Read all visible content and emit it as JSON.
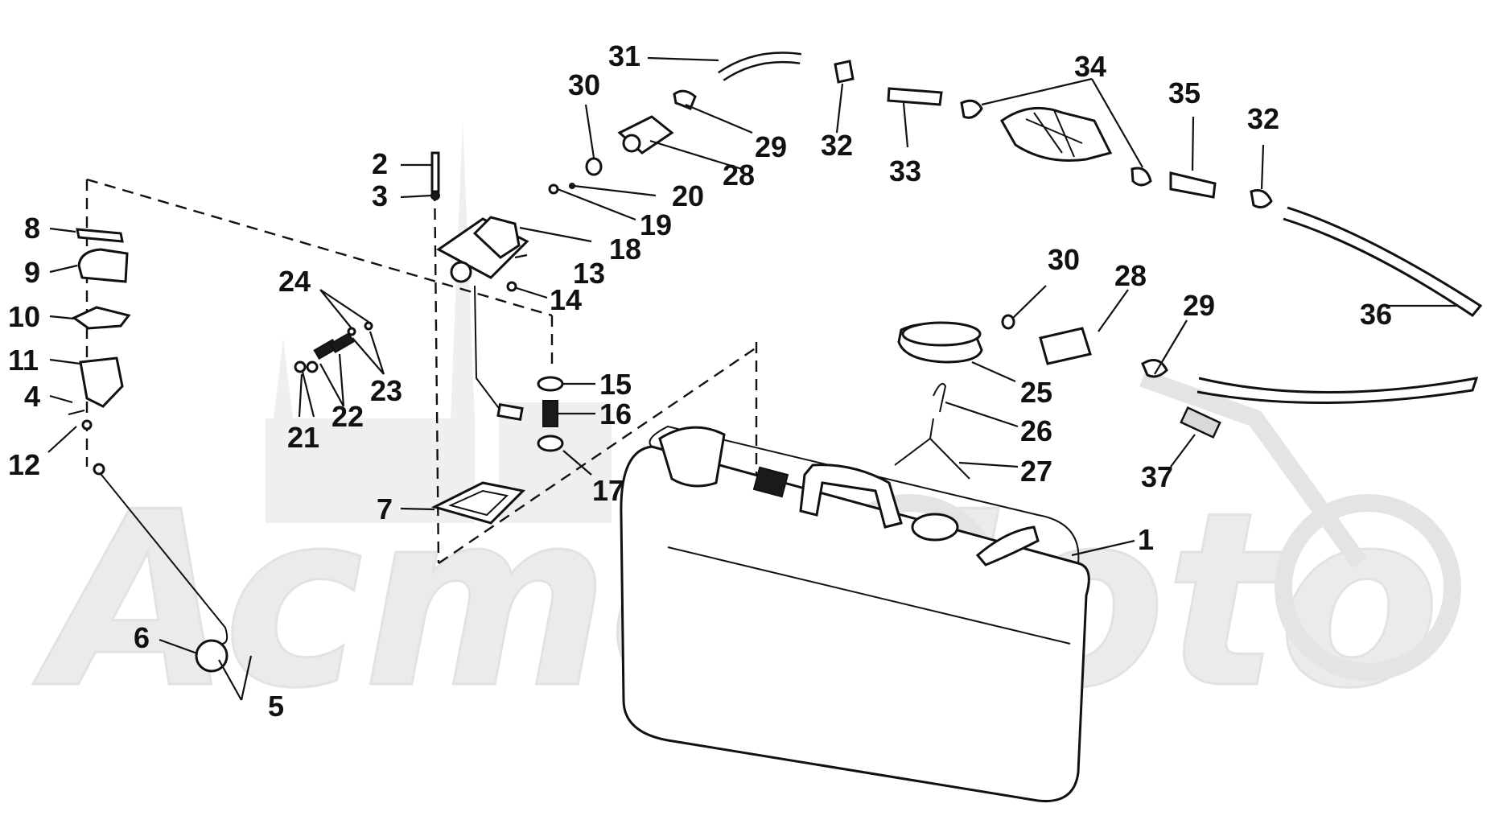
{
  "watermark": "AcmeMoto",
  "callouts": [
    {
      "id": "1",
      "text": "1"
    },
    {
      "id": "2",
      "text": "2"
    },
    {
      "id": "3",
      "text": "3"
    },
    {
      "id": "4",
      "text": "4"
    },
    {
      "id": "5",
      "text": "5"
    },
    {
      "id": "6",
      "text": "6"
    },
    {
      "id": "7",
      "text": "7"
    },
    {
      "id": "8",
      "text": "8"
    },
    {
      "id": "9",
      "text": "9"
    },
    {
      "id": "10",
      "text": "10"
    },
    {
      "id": "11",
      "text": "11"
    },
    {
      "id": "12",
      "text": "12"
    },
    {
      "id": "13",
      "text": "13"
    },
    {
      "id": "14",
      "text": "14"
    },
    {
      "id": "15",
      "text": "15"
    },
    {
      "id": "16",
      "text": "16"
    },
    {
      "id": "17",
      "text": "17"
    },
    {
      "id": "18",
      "text": "18"
    },
    {
      "id": "19",
      "text": "19"
    },
    {
      "id": "20",
      "text": "20"
    },
    {
      "id": "21",
      "text": "21"
    },
    {
      "id": "22",
      "text": "22"
    },
    {
      "id": "23",
      "text": "23"
    },
    {
      "id": "24",
      "text": "24"
    },
    {
      "id": "25",
      "text": "25"
    },
    {
      "id": "26",
      "text": "26"
    },
    {
      "id": "27",
      "text": "27"
    },
    {
      "id": "28a",
      "text": "28"
    },
    {
      "id": "28b",
      "text": "28"
    },
    {
      "id": "29a",
      "text": "29"
    },
    {
      "id": "29b",
      "text": "29"
    },
    {
      "id": "30a",
      "text": "30"
    },
    {
      "id": "30b",
      "text": "30"
    },
    {
      "id": "31",
      "text": "31"
    },
    {
      "id": "32a",
      "text": "32"
    },
    {
      "id": "32b",
      "text": "32"
    },
    {
      "id": "33",
      "text": "33"
    },
    {
      "id": "34",
      "text": "34"
    },
    {
      "id": "35",
      "text": "35"
    },
    {
      "id": "36",
      "text": "36"
    },
    {
      "id": "37",
      "text": "37"
    }
  ]
}
